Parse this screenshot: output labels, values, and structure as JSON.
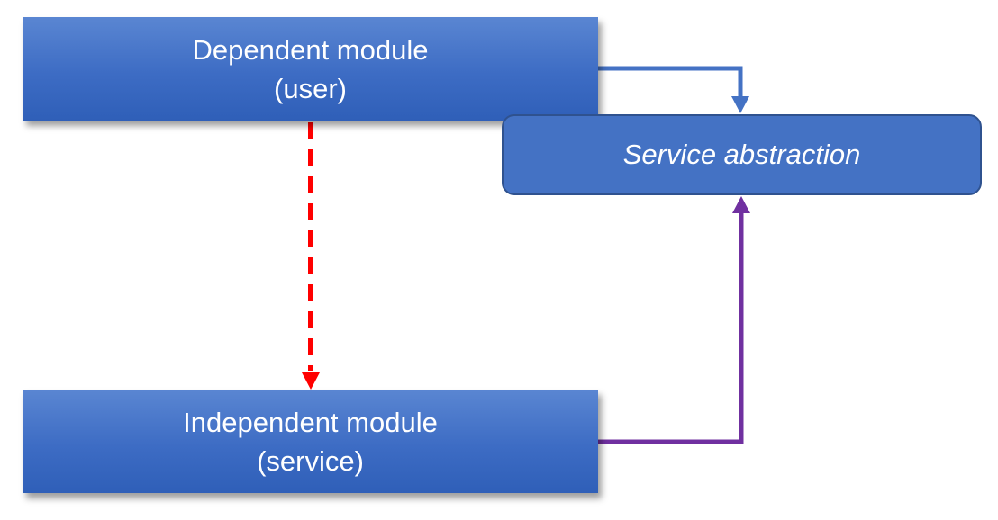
{
  "diagram": {
    "nodes": {
      "dependent": {
        "line1": "Dependent module",
        "line2": "(user)"
      },
      "independent": {
        "line1": "Independent module",
        "line2": "(service)"
      },
      "service": {
        "label": "Service abstraction"
      }
    },
    "edges": [
      {
        "from": "dependent",
        "to": "service",
        "style": "solid",
        "color": "#4472c4"
      },
      {
        "from": "dependent",
        "to": "independent",
        "style": "dashed",
        "color": "#ff0000"
      },
      {
        "from": "independent",
        "to": "service",
        "style": "solid",
        "color": "#7030a0"
      }
    ]
  }
}
